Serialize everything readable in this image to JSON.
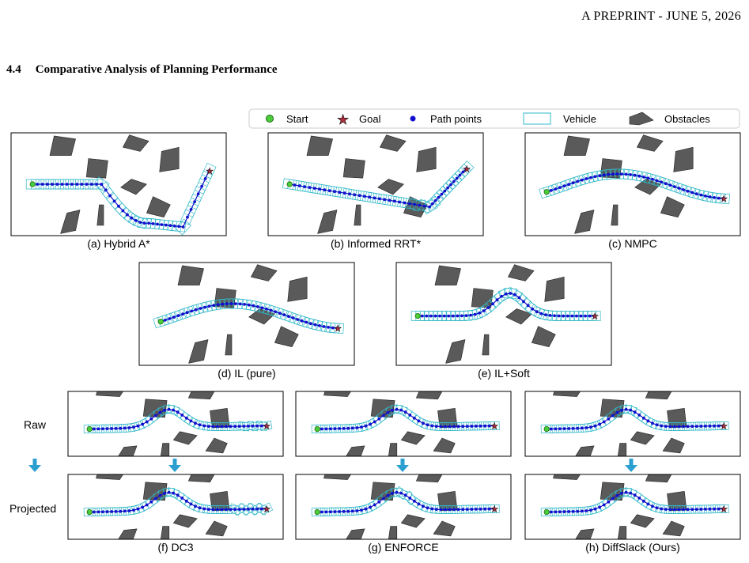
{
  "header": {
    "text": "A PREPRINT - JUNE 5, 2026"
  },
  "section": {
    "number": "4.4",
    "title": "Comparative Analysis of Planning Performance"
  },
  "legend": {
    "start": "Start",
    "goal": "Goal",
    "path_points": "Path points",
    "vehicle": "Vehicle",
    "obstacles": "Obstacles"
  },
  "rows": {
    "raw": "Raw",
    "projected": "Projected"
  },
  "colors": {
    "start": "#4ccd3a",
    "goal": "#b03040",
    "path": "#1010cc",
    "vehicle": "#30b8c8",
    "obstacle": "#5a5a5a",
    "arrow": "#2a9fd0"
  },
  "panels": [
    {
      "id": "a",
      "caption": "(a) Hybrid A*"
    },
    {
      "id": "b",
      "caption": "(b) Informed RRT*"
    },
    {
      "id": "c",
      "caption": "(c) NMPC"
    },
    {
      "id": "d",
      "caption": "(d) IL (pure)"
    },
    {
      "id": "e",
      "caption": "(e) IL+Soft"
    },
    {
      "id": "f",
      "caption": "(f) DC3"
    },
    {
      "id": "g",
      "caption": "(g) ENFORCE"
    },
    {
      "id": "h",
      "caption": "(h) DiffSlack (Ours)"
    }
  ]
}
